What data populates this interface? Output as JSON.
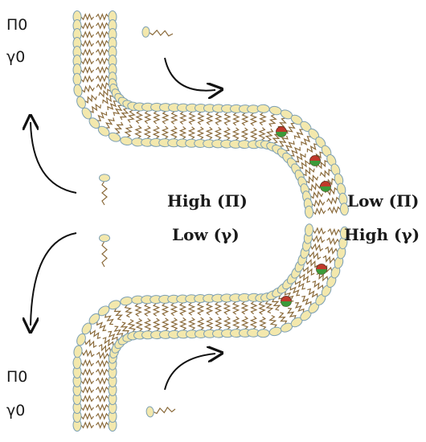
{
  "labels": {
    "top_left_pi": "Π0",
    "top_left_gamma": "γ0",
    "bottom_left_pi": "Π0",
    "bottom_left_gamma": "γ0",
    "inner_high": "High (Π)",
    "inner_low": "Low (γ)",
    "outer_low": "Low (Π)",
    "outer_high": "High (γ)"
  },
  "colors": {
    "headgroup_fill": "#f3e8ad",
    "headgroup_stroke": "#7da0b4",
    "tail": "#8a6a3a",
    "arrow": "#111111",
    "special_green": "#3c9a3a",
    "special_red": "#c0392b"
  },
  "icons": [
    "curved-arrow-icon",
    "lipid-molecule-icon",
    "special-lipid-icon"
  ]
}
